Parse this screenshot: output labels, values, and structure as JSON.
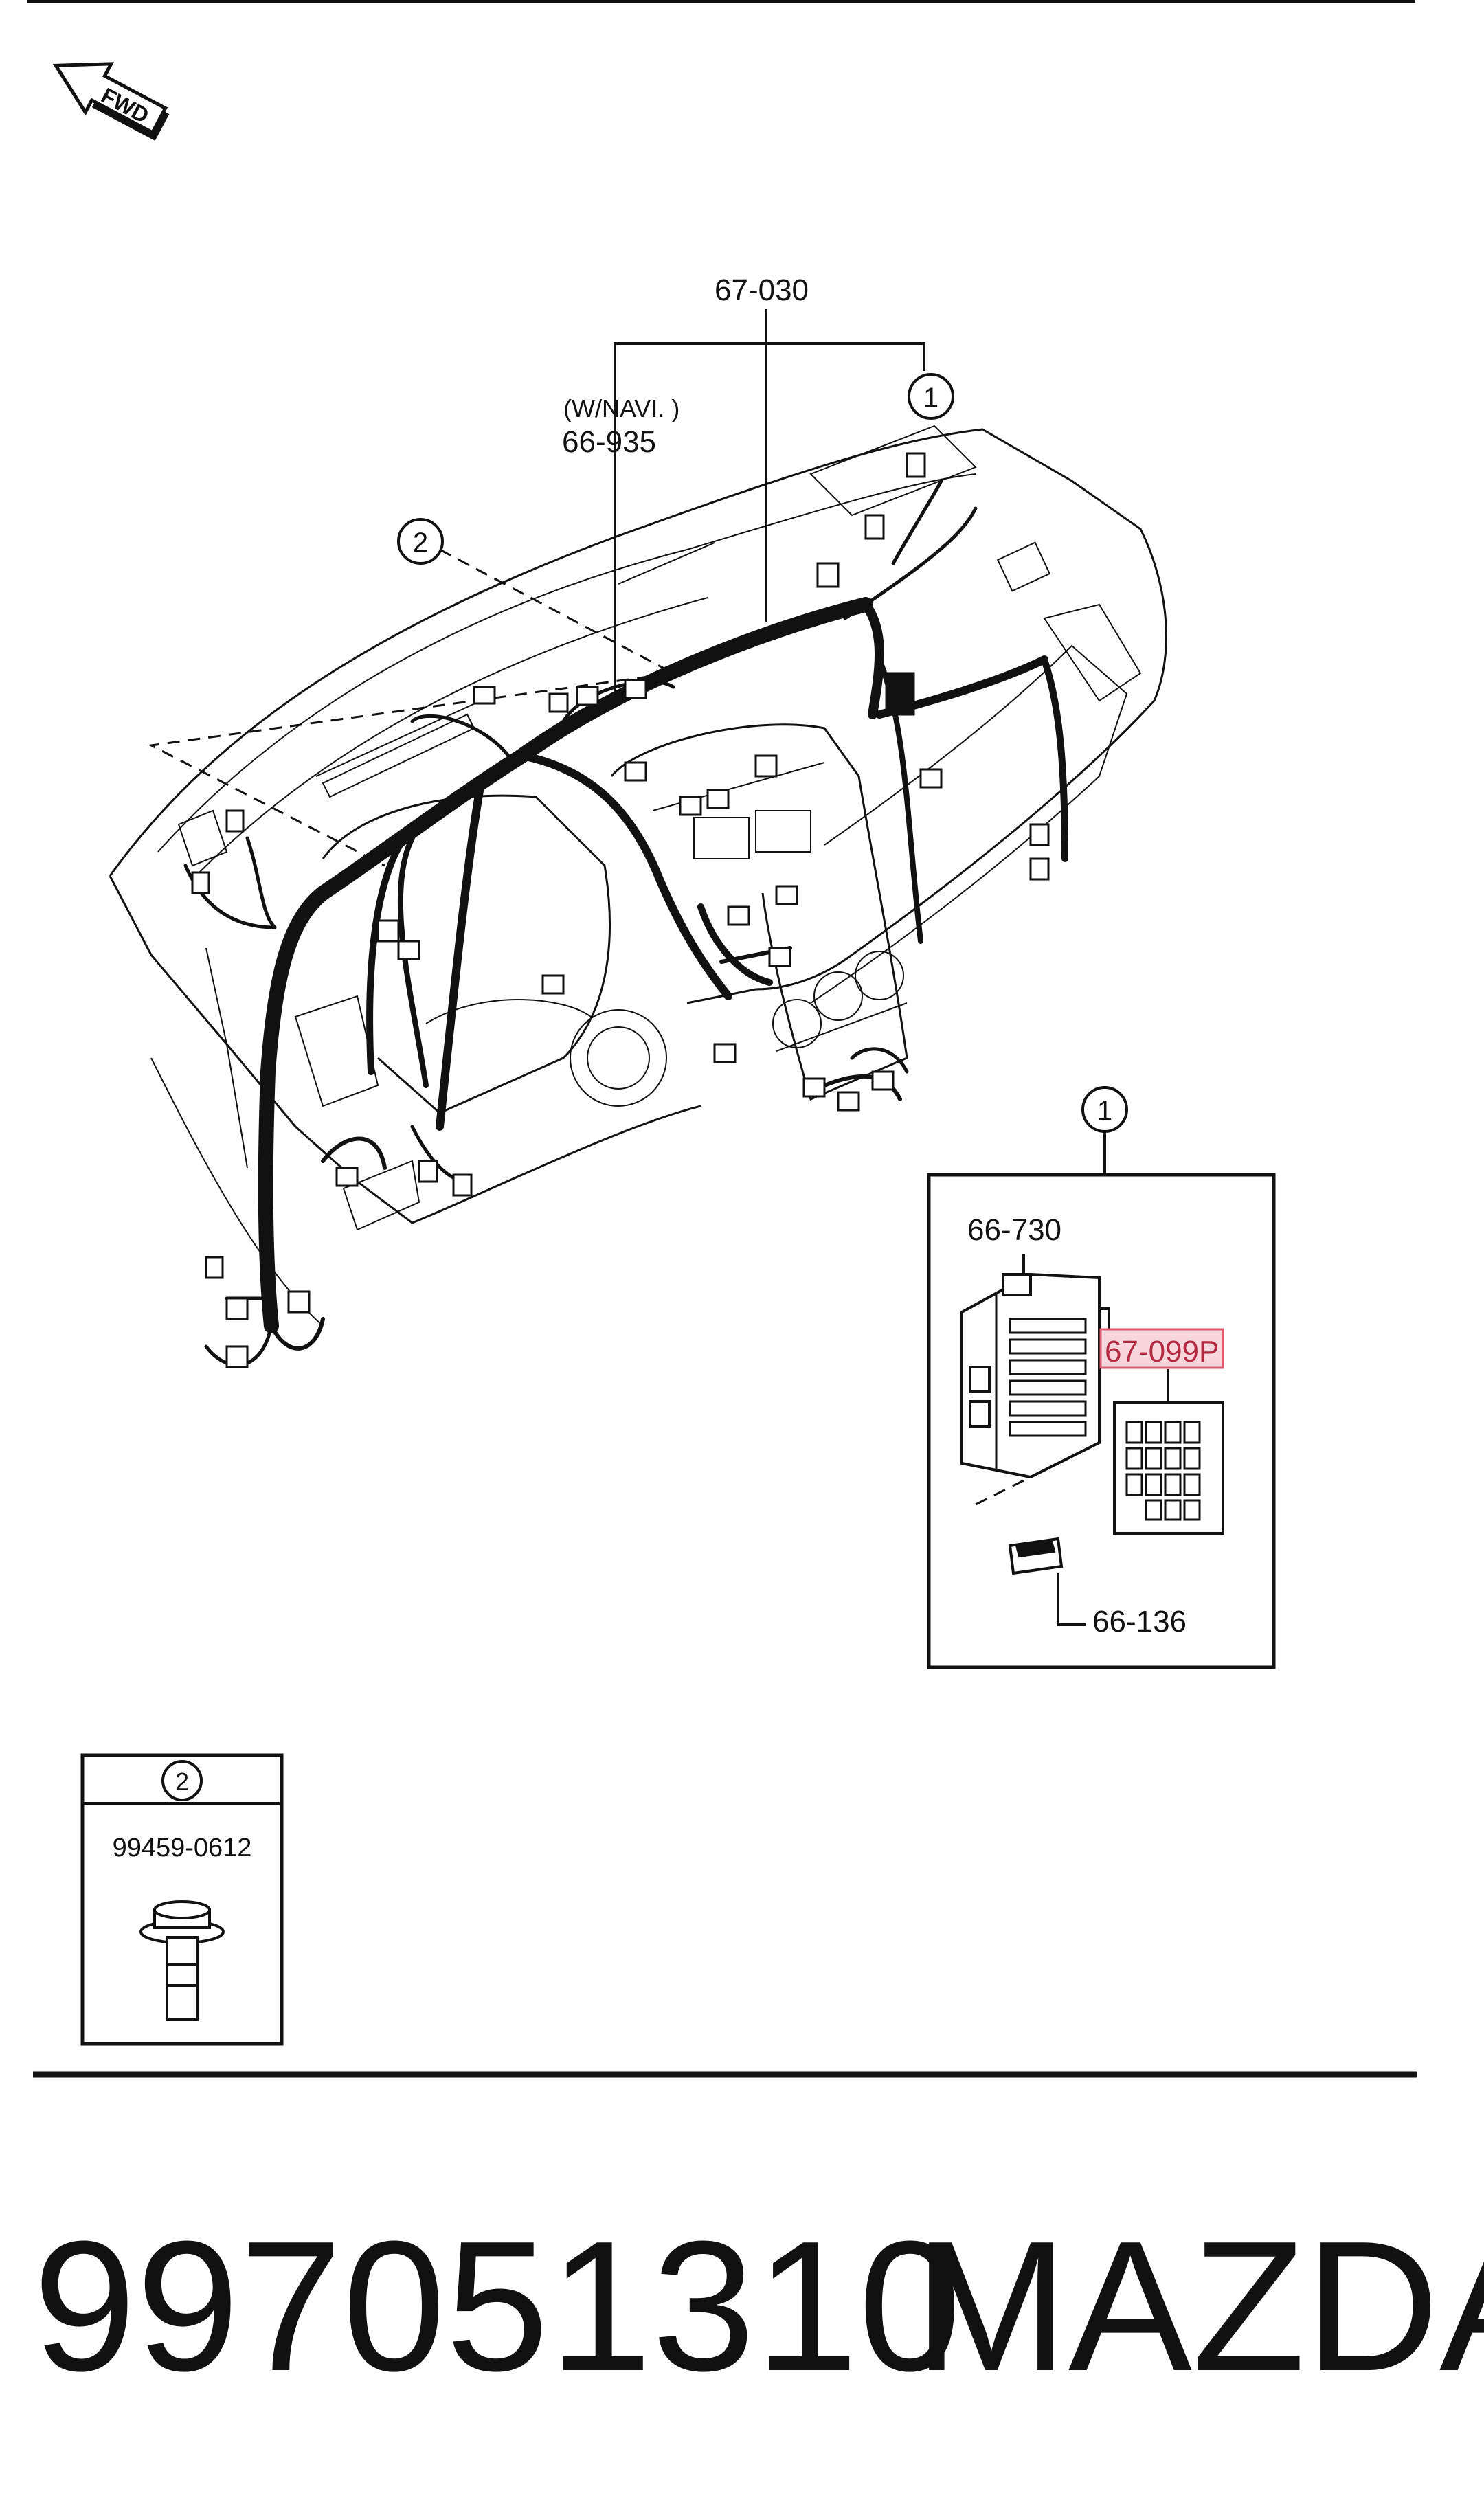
{
  "fwd_label": "FWD",
  "callouts": {
    "main_harness": "67-030",
    "navi_note": "(W/NAVI. )",
    "navi_harness": "66-935",
    "circle_1_top": "1",
    "circle_2_top": "2"
  },
  "detail_1": {
    "circle": "1",
    "fuse_block": "66-730",
    "fuse_set": "67-099P",
    "cover": "66-136"
  },
  "detail_2": {
    "circle": "2",
    "part": "99459-0612"
  },
  "footer": {
    "part_number": "997051310",
    "brand": "MAZDA"
  },
  "colors": {
    "line": "#111111",
    "highlight_fill": "#f8d7dc",
    "highlight_stroke": "#e05a6f"
  }
}
